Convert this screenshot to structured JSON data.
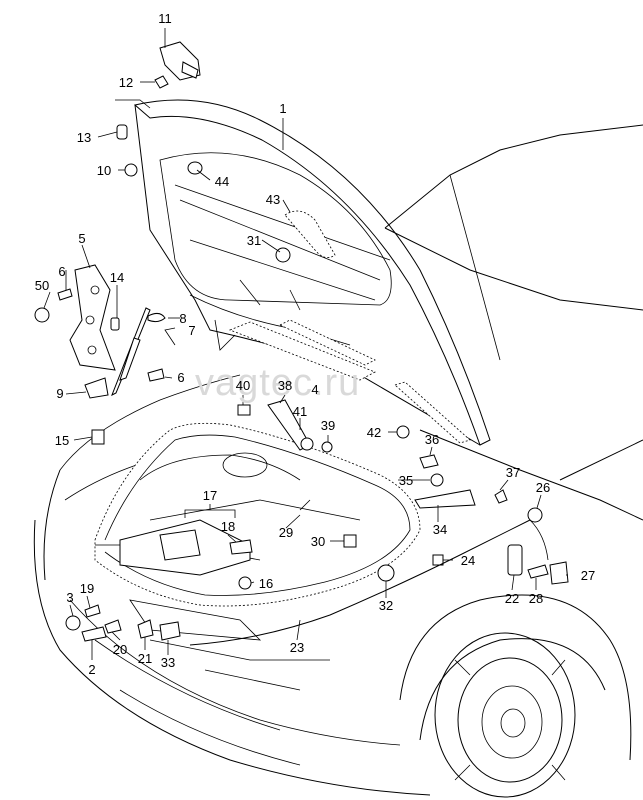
{
  "watermark": "vagtec.ru",
  "callouts": [
    {
      "id": "c1",
      "label": "1"
    },
    {
      "id": "c2",
      "label": "2"
    },
    {
      "id": "c3",
      "label": "3"
    },
    {
      "id": "c4",
      "label": "4"
    },
    {
      "id": "c5",
      "label": "5"
    },
    {
      "id": "c6a",
      "label": "6"
    },
    {
      "id": "c6b",
      "label": "6"
    },
    {
      "id": "c7",
      "label": "7"
    },
    {
      "id": "c8",
      "label": "8"
    },
    {
      "id": "c9",
      "label": "9"
    },
    {
      "id": "c10",
      "label": "10"
    },
    {
      "id": "c11",
      "label": "11"
    },
    {
      "id": "c12",
      "label": "12"
    },
    {
      "id": "c13",
      "label": "13"
    },
    {
      "id": "c14",
      "label": "14"
    },
    {
      "id": "c15",
      "label": "15"
    },
    {
      "id": "c16",
      "label": "16"
    },
    {
      "id": "c17",
      "label": "17"
    },
    {
      "id": "c18",
      "label": "18"
    },
    {
      "id": "c19",
      "label": "19"
    },
    {
      "id": "c20",
      "label": "20"
    },
    {
      "id": "c21",
      "label": "21"
    },
    {
      "id": "c22",
      "label": "22"
    },
    {
      "id": "c23",
      "label": "23"
    },
    {
      "id": "c24",
      "label": "24"
    },
    {
      "id": "c26",
      "label": "26"
    },
    {
      "id": "c27",
      "label": "27"
    },
    {
      "id": "c28",
      "label": "28"
    },
    {
      "id": "c29",
      "label": "29"
    },
    {
      "id": "c30",
      "label": "30"
    },
    {
      "id": "c31",
      "label": "31"
    },
    {
      "id": "c32",
      "label": "32"
    },
    {
      "id": "c33",
      "label": "33"
    },
    {
      "id": "c34",
      "label": "34"
    },
    {
      "id": "c35",
      "label": "35"
    },
    {
      "id": "c36",
      "label": "36"
    },
    {
      "id": "c37",
      "label": "37"
    },
    {
      "id": "c38",
      "label": "38"
    },
    {
      "id": "c39",
      "label": "39"
    },
    {
      "id": "c40",
      "label": "40"
    },
    {
      "id": "c41",
      "label": "41"
    },
    {
      "id": "c42",
      "label": "42"
    },
    {
      "id": "c43",
      "label": "43"
    },
    {
      "id": "c44",
      "label": "44"
    },
    {
      "id": "c50",
      "label": "50"
    }
  ]
}
